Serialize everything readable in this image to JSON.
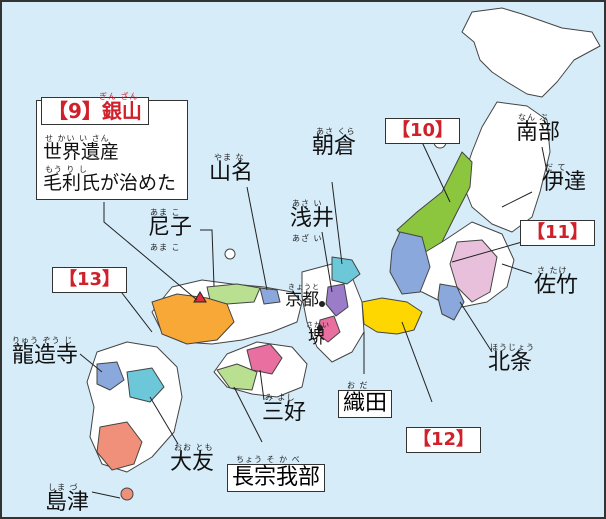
{
  "colors": {
    "sea": "#d6ecf8",
    "land": "#ffffff",
    "border": "#444444",
    "number_text": "#d0202a",
    "region_green": "#8cc63f",
    "region_orange": "#f7a836",
    "region_yellow": "#ffd700",
    "region_pink": "#e86fa0",
    "region_cyan": "#6cc7d8",
    "region_blue": "#8aa8dc",
    "region_lightpink": "#e8c0dc",
    "region_salmon": "#f0907a",
    "region_lightgreen": "#b8e090",
    "region_purple": "#9a7cc8",
    "region_red": "#e03040"
  },
  "labels": {
    "nanbu": "南部",
    "nanbu_ruby": "なん ぶ",
    "date": "伊達",
    "date_ruby": "だ て",
    "satake": "佐竹",
    "satake_ruby": "さ たけ",
    "hojo": "北条",
    "hojo_ruby": "ほうじょう",
    "asakura": "朝倉",
    "asakura_ruby": "あさ くら",
    "yamana": "山名",
    "yamana_ruby": "やま な",
    "amago": "尼子",
    "amago_ruby_top": "あま こ",
    "amago_ruby_bottom": "あま こ",
    "azai": "浅井",
    "azai_ruby_top": "あさ い",
    "azai_ruby_bottom": "あざ い",
    "kyoto": "京都",
    "kyoto_ruby": "きょうと",
    "sakai": "堺",
    "sakai_ruby": "さかい",
    "ryuzoji": "龍造寺",
    "ryuzoji_ruby": "りゅう ぞう じ",
    "miyoshi": "三好",
    "miyoshi_ruby": "み よし",
    "otomo": "大友",
    "otomo_ruby": "おお とも",
    "shimazu": "島津",
    "shimazu_ruby": "しま づ",
    "oda": "織田",
    "oda_ruby": "お だ",
    "chosokabe": "長宗我部",
    "chosokabe_ruby": "ちょう そ か べ"
  },
  "numbers": {
    "n9": "【9】",
    "n10": "【10】",
    "n11": "【11】",
    "n12": "【12】",
    "n13": "【13】"
  },
  "callout": {
    "title_num": "【9】",
    "title": "銀山",
    "title_ruby": "ぎん ざん",
    "line1": "世界遺産",
    "line1_ruby": "せ かい い さん",
    "line2": "毛利氏が治めた",
    "line2_ruby": "もう り し"
  }
}
